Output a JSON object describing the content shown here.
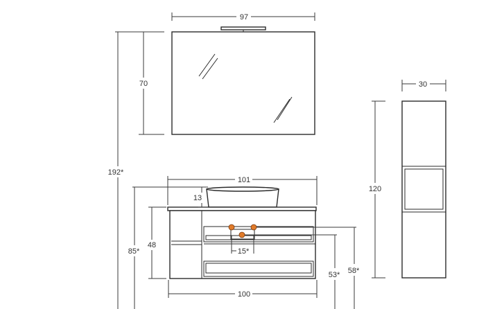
{
  "dimensions": {
    "mirror_width": "97",
    "mirror_height": "70",
    "total_height": "192*",
    "column_width": "30",
    "column_height": "120",
    "top_width": "101",
    "basin_height": "13",
    "vanity_height": "85*",
    "cabinet_height": "48",
    "tap_spacing": "15*",
    "drain_height_1": "53*",
    "drain_height_2": "58*",
    "cabinet_width": "100"
  },
  "colors": {
    "line": "#2a2a2a",
    "connection_point": "#e07b2a"
  }
}
